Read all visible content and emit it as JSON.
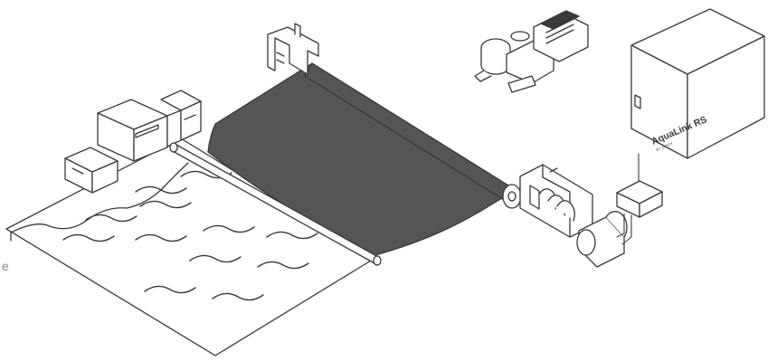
{
  "diagram": {
    "control_panel": {
      "brand_label": "AquaLink RS",
      "sub_label": "BY JANDY"
    },
    "edge_text": "e",
    "colors": {
      "line": "#3a3a3a",
      "cover": "#555555",
      "background": "#ffffff",
      "edge_text": "#888888"
    }
  }
}
